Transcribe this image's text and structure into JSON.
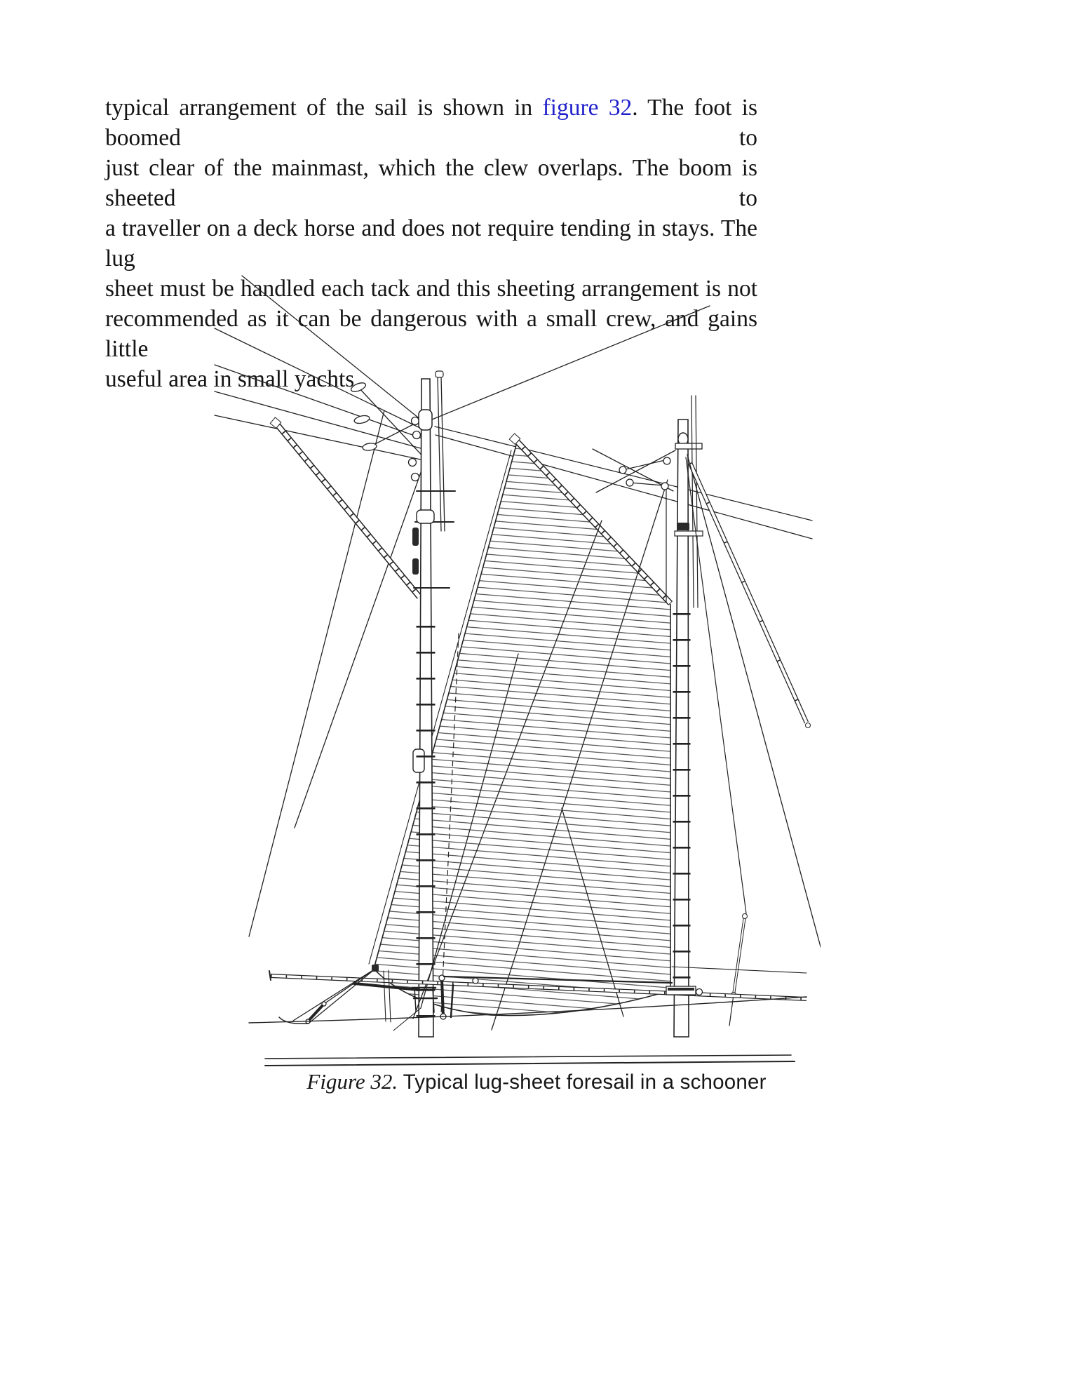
{
  "document": {
    "paragraph": {
      "line1_pre": "typical arrangement of the sail is shown in",
      "line1_link": "figure 32",
      "line1_post": ". The foot is boomed to",
      "line2": "just clear of the mainmast, which the clew overlaps. The boom is sheeted to",
      "line3": "a traveller on a deck horse and does not require tending in stays. The lug",
      "line4": "sheet must be handled each tack and this sheeting arrangement is not",
      "line5": "recommended as it can be dangerous with a small crew, and gains little",
      "line6": "useful area in small yachts."
    },
    "figure": {
      "caption_label": "Figure 32.",
      "caption_text": "Typical lug-sheet foresail in a schooner",
      "alt": "Line drawing of a typical lug-sheet foresail set between the foremast and mainmast of a schooner: hatched sail cloth, yard and gaff spars, mast hoops, rigging stays, boom, deck horse tackle and hull waterlines",
      "link_color": "#2222cc",
      "ink_color": "#222222"
    }
  }
}
